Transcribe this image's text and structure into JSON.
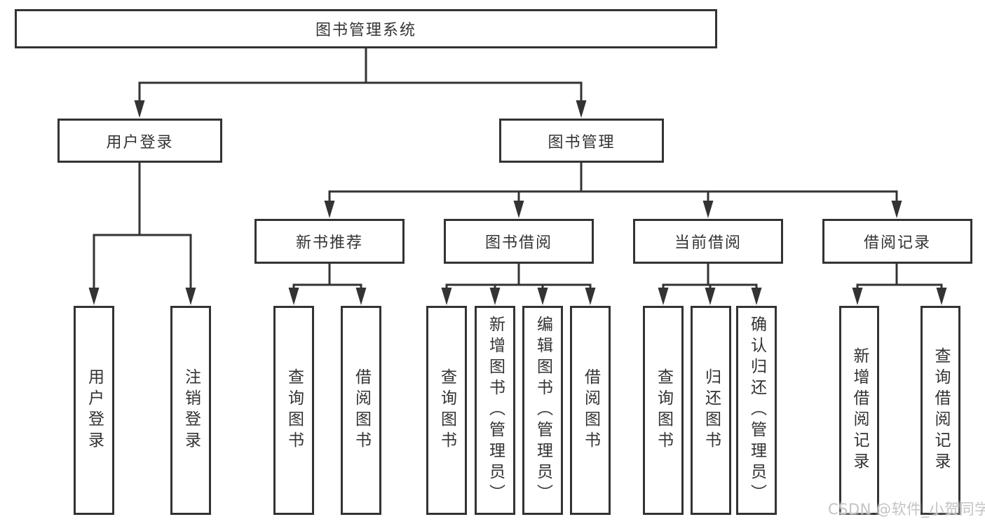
{
  "colors": {
    "line": "#333333",
    "box_border": "#333333",
    "text": "#333333",
    "background": "#ffffff",
    "watermark": "#c3c3c3"
  },
  "tree": {
    "root": {
      "label": "图书管理系统",
      "children": [
        {
          "label": "用户登录",
          "children": [
            {
              "label": "用户登录"
            },
            {
              "label": "注销登录"
            }
          ]
        },
        {
          "label": "图书管理",
          "children": [
            {
              "label": "新书推荐",
              "children": [
                {
                  "label": "查询图书"
                },
                {
                  "label": "借阅图书"
                }
              ]
            },
            {
              "label": "图书借阅",
              "children": [
                {
                  "label": "查询图书"
                },
                {
                  "label": "新增图书（管理员）"
                },
                {
                  "label": "编辑图书（管理员）"
                },
                {
                  "label": "借阅图书"
                }
              ]
            },
            {
              "label": "当前借阅",
              "children": [
                {
                  "label": "查询图书"
                },
                {
                  "label": "归还图书"
                },
                {
                  "label": "确认归还（管理员）"
                }
              ]
            },
            {
              "label": "借阅记录",
              "children": [
                {
                  "label": "新增借阅记录"
                },
                {
                  "label": "查询借阅记录"
                }
              ]
            }
          ]
        }
      ]
    }
  },
  "watermark": {
    "text": "CSDN @软件_小贺同学"
  }
}
